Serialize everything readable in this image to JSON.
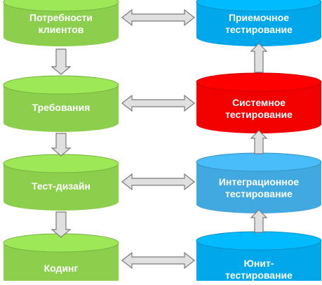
{
  "colors": {
    "green": "#8CCF4D",
    "blue": "#00A7EA",
    "light_blue": "#41A9DF",
    "red": "#F20000",
    "arrow_fill": "#E0E0E0",
    "arrow_stroke": "#7A7A7A"
  },
  "left_column": [
    {
      "id": "needs",
      "text": "Потребности\nклиентов"
    },
    {
      "id": "requirements",
      "text": "Требования"
    },
    {
      "id": "test-design",
      "text": "Тест-дизайн"
    },
    {
      "id": "coding",
      "text": "Кодинг"
    }
  ],
  "right_column": [
    {
      "id": "acceptance",
      "text": "Приемочное\nтестирование"
    },
    {
      "id": "system",
      "text": "Системное\nтестирование"
    },
    {
      "id": "integration",
      "text": "Интеграционное\nтестирование"
    },
    {
      "id": "unit",
      "text": "Юнит-\nтестирование"
    }
  ]
}
